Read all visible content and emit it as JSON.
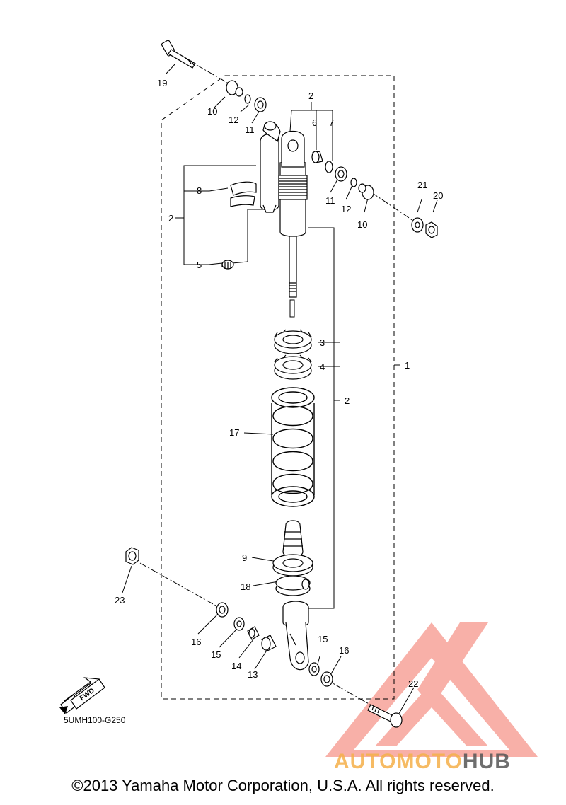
{
  "callouts": {
    "c19": "19",
    "c10a": "10",
    "c12a": "12",
    "c11a": "11",
    "c2top": "2",
    "c6": "6",
    "c7": "7",
    "c8": "8",
    "c2left": "2",
    "c5": "5",
    "c11b": "11",
    "c12b": "12",
    "c10b": "10",
    "c21": "21",
    "c20": "20",
    "c3": "3",
    "c4": "4",
    "c1": "1",
    "c2right": "2",
    "c17": "17",
    "c9": "9",
    "c18": "18",
    "c23": "23",
    "c16a": "16",
    "c15a": "15",
    "c14": "14",
    "c13": "13",
    "c15b": "15",
    "c16b": "16",
    "c22": "22"
  },
  "diagram_code": "5UMH100-G250",
  "fwd_label": "FWD",
  "copyright": "©2013 Yamaha Motor Corporation, U.S.A. All rights reserved.",
  "watermark": {
    "brand_part1": "AUTOMOTO",
    "brand_part2": "HUB",
    "color_primary": "#f26b5b",
    "color_secondary": "#f5b04a",
    "color_dark": "#555555"
  }
}
